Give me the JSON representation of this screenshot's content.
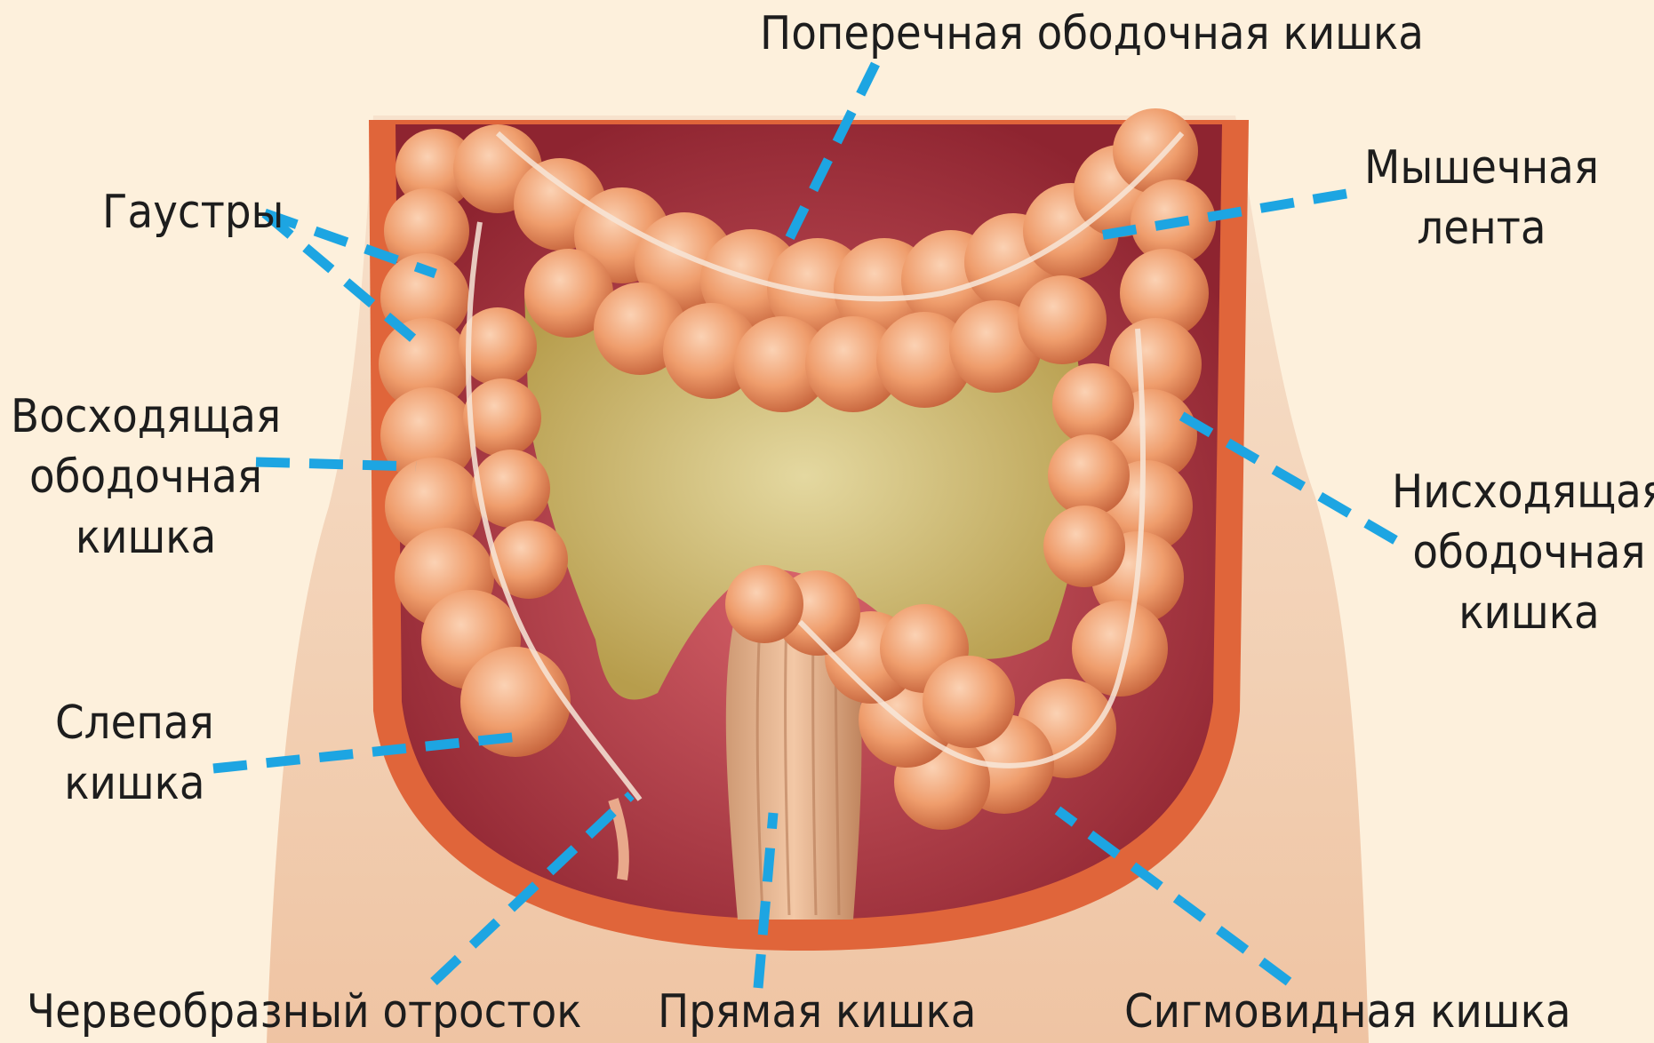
{
  "labels": {
    "transverse": "Поперечная ободочная кишка",
    "muscle_band": [
      "Мышечная",
      "лента"
    ],
    "haustra": "Гаустры",
    "ascending": [
      "Восходящая",
      "ободочная",
      "кишка"
    ],
    "descending": [
      "Нисходящая",
      "ободочная",
      "кишка"
    ],
    "cecum": [
      "Слепая",
      "кишка"
    ],
    "appendix": "Червеобразный отросток",
    "rectum": "Прямая кишка",
    "sigmoid": "Сигмовидная кишка"
  },
  "colors": {
    "background": "#fdf0dc",
    "skin": "#f3cfb3",
    "muscle_wall": "#e0653a",
    "cavity": "#c9404a",
    "colon": "#f0a070",
    "omentum": "#c9b466",
    "leader_line": "#1da5e2"
  }
}
